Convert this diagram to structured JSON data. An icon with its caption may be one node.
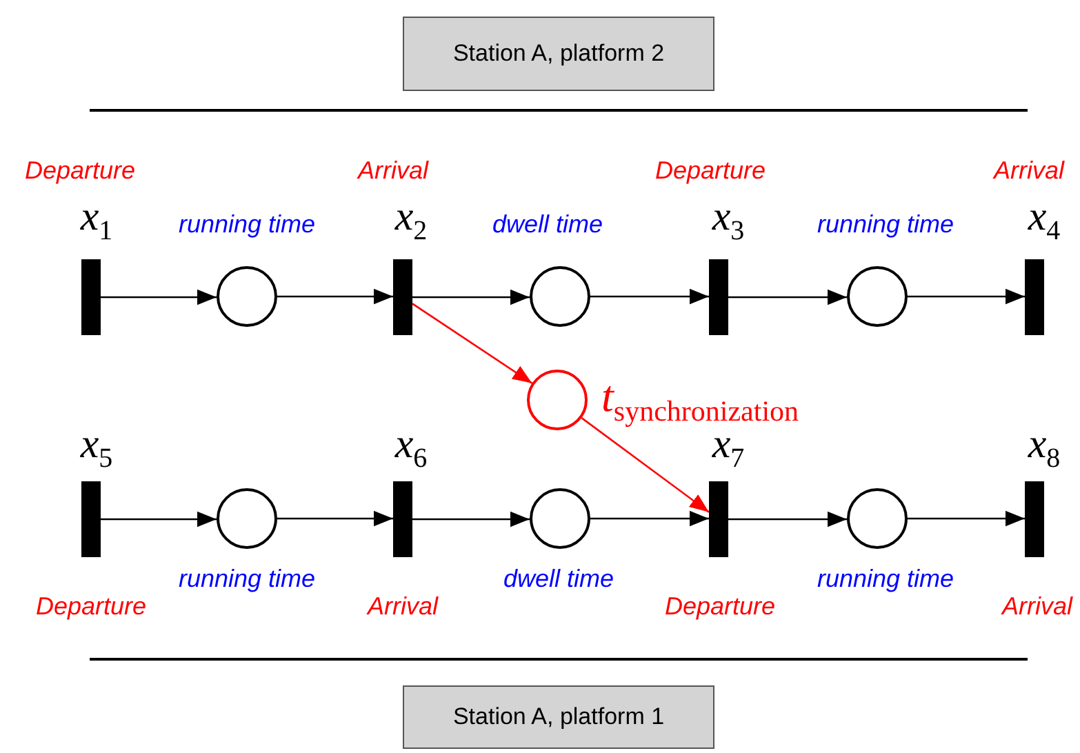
{
  "diagram": {
    "nodes": [
      {
        "text": [
          "Station A, platform 2"
        ]
      },
      {
        "text": [],
        "shape": "bar",
        "beside": [
          "Departure",
          "x$_{1}$"
        ]
      },
      {
        "text": [],
        "shape": "circle",
        "beside": [
          "running time"
        ]
      },
      {
        "text": [],
        "shape": "bar",
        "beside": [
          "Arrival",
          "x$_{2}$"
        ]
      },
      {
        "text": [],
        "shape": "circle",
        "beside": [
          "dwell time"
        ]
      },
      {
        "text": [],
        "shape": "bar",
        "beside": [
          "Departure",
          "x$_{3}$"
        ]
      },
      {
        "text": [],
        "shape": "circle",
        "beside": [
          "running time"
        ]
      },
      {
        "text": [],
        "shape": "bar",
        "beside": [
          "Arrival",
          "x$_{4}$"
        ]
      },
      {
        "text": [],
        "shape": "circle",
        "beside": [
          "t$_{synchronization}$"
        ]
      },
      {
        "text": [],
        "shape": "bar",
        "beside": [
          "x$_{5}$",
          "Departure"
        ]
      },
      {
        "text": [],
        "shape": "circle",
        "beside": [
          "running time"
        ]
      },
      {
        "text": [],
        "shape": "bar",
        "beside": [
          "x$_{6}$",
          "Arrival"
        ]
      },
      {
        "text": [],
        "shape": "circle",
        "beside": [
          "dwell time"
        ]
      },
      {
        "text": [],
        "shape": "bar",
        "beside": [
          "x$_{7}$",
          "Departure"
        ]
      },
      {
        "text": [],
        "shape": "circle",
        "beside": [
          "running time"
        ]
      },
      {
        "text": [],
        "shape": "bar",
        "beside": [
          "x$_{8}$",
          "Arrival"
        ]
      },
      {
        "text": [
          "Station A, platform 1"
        ]
      }
    ],
    "edges": [
      {
        "from": 1,
        "to": 2,
        "arrow": "to"
      },
      {
        "from": 2,
        "to": 3,
        "arrow": "to"
      },
      {
        "from": 3,
        "to": 4,
        "arrow": "to"
      },
      {
        "from": 4,
        "to": 5,
        "arrow": "to"
      },
      {
        "from": 5,
        "to": 6,
        "arrow": "to"
      },
      {
        "from": 6,
        "to": 7,
        "arrow": "to"
      },
      {
        "from": 3,
        "to": 8,
        "arrow": "to",
        "color": "#ff0000"
      },
      {
        "from": 8,
        "to": 13,
        "arrow": "to",
        "color": "#ff0000"
      },
      {
        "from": 9,
        "to": 10,
        "arrow": "to"
      },
      {
        "from": 10,
        "to": 11,
        "arrow": "to"
      },
      {
        "from": 11,
        "to": 12,
        "arrow": "to"
      },
      {
        "from": 12,
        "to": 13,
        "arrow": "to"
      },
      {
        "from": 13,
        "to": 14,
        "arrow": "to"
      },
      {
        "from": 14,
        "to": 15,
        "arrow": "to"
      }
    ]
  }
}
